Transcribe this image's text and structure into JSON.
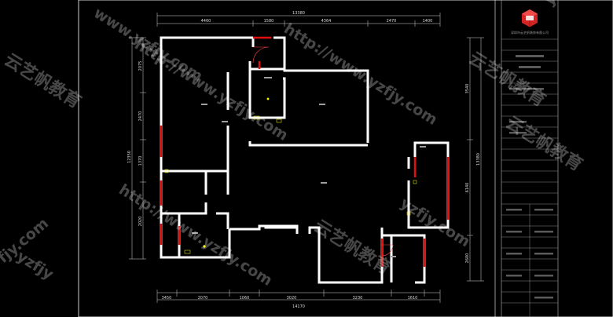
{
  "drawing": {
    "company": "深圳市云艺帆装饰有限公司",
    "dims_top": {
      "overall": "13380",
      "segments": [
        "4460",
        "1580",
        "4364",
        "2470",
        "1400"
      ]
    },
    "dims_bottom": {
      "overall": "14170",
      "segments": [
        "3450",
        "2070",
        "1060",
        "3020",
        "3230",
        "1610"
      ]
    },
    "dims_left": {
      "overall": "12350",
      "segments": [
        "2075",
        "2470",
        "1370",
        "2020"
      ]
    },
    "dims_right": {
      "overall": "13380",
      "segments": [
        "3540",
        "6140",
        "2600"
      ]
    }
  },
  "watermarks": {
    "url1": "www.yzfjy.com",
    "url2": "http://www.yzfjy.com",
    "url3": "http://www.yzfjy.com",
    "url4": "yzfjy.com",
    "url5": "http://www.yzfjy.com",
    "url6": "yzfjy.com",
    "url7": "fjy.com",
    "url8": "yzfjy",
    "cn1": "云艺帆教育",
    "cn2": "云艺帆教育",
    "cn3": "云艺帆教育",
    "cn4": "云艺帆教育"
  },
  "colors": {
    "wall": "#ffffff",
    "accent": "#e01010",
    "dim": "#d8d8d8",
    "fixture": "#ffff00",
    "logo": "#d32323"
  }
}
